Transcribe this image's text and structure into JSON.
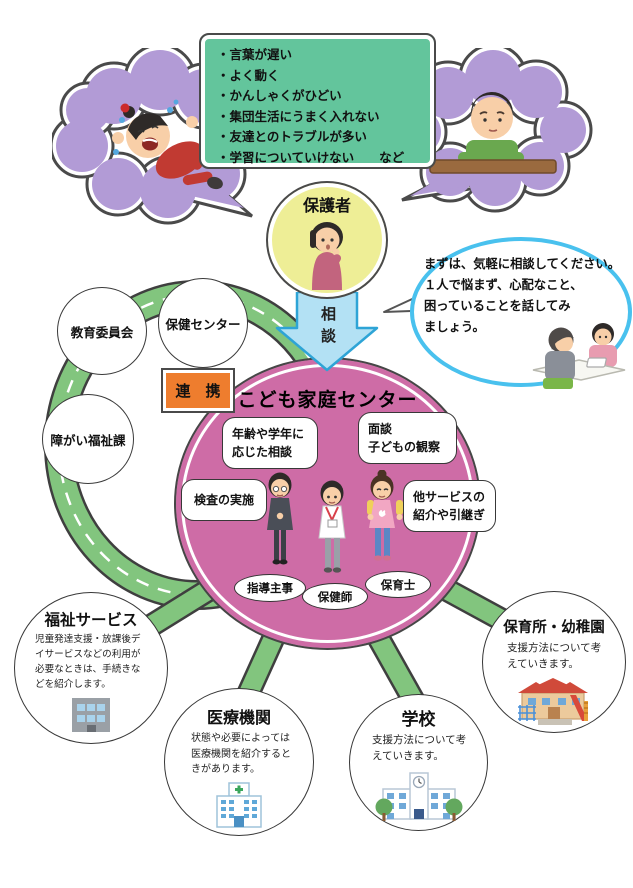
{
  "concerns": {
    "items": [
      "・言葉が遅い",
      "・よく動く",
      "・かんしゃくがひどい",
      "・集団生活にうまく入れない",
      "・友達とのトラブルが多い",
      "・学習についていけない　　など"
    ]
  },
  "parent": {
    "label": "保護者"
  },
  "consultation": {
    "arrow_label": "相談"
  },
  "advice_bubble": {
    "text": "まずは、気軽に相談してください。\n１人で悩まず、心配なこと、\n困っていることを話してみ\nましょう。"
  },
  "agencies": {
    "items": [
      {
        "label": "教育委員会"
      },
      {
        "label": "保健センター"
      },
      {
        "label": "障がい福祉課"
      }
    ],
    "link_label": "連　携"
  },
  "center": {
    "title": "こども家庭センター",
    "services": [
      "年齢や学年に\n応じた相談",
      "面談\n子どもの観察",
      "検査の実施",
      "他サービスの\n紹介や引継ぎ"
    ],
    "staff": [
      "指導主事",
      "保健師",
      "保育士"
    ]
  },
  "partners": [
    {
      "title": "福祉サービス",
      "desc": "児童発達支援・放課後デイサービスなどの利用が必要なときは、手続きなどを紹介します。",
      "icon": "office-building"
    },
    {
      "title": "医療機関",
      "desc": "状態や必要によっては医療機関を紹介するときがあります。",
      "icon": "hospital"
    },
    {
      "title": "学校",
      "desc": "支援方法について考えていきます。",
      "icon": "school"
    },
    {
      "title": "保育所・幼稚園",
      "desc": "支援方法について考えていきます。",
      "icon": "kindergarten"
    }
  ],
  "colors": {
    "center_pink": "#ce6ca6",
    "ring_green": "#82c57e",
    "cloud_purple": "#b29bd6",
    "note_green": "#63c59c",
    "arrow_blue_fill": "#b3e1f4",
    "arrow_blue_stroke": "#2ea4d6",
    "bubble_border": "#49c1ee",
    "link_orange": "#ee7d2e",
    "parent_yellow": "#eeee96"
  }
}
